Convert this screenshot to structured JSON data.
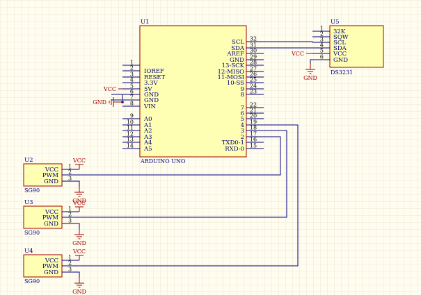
{
  "colors": {
    "background": "#fffdf0",
    "grid": "#ece8d2",
    "component_fill": "#ffffb4",
    "component_border": "#a00000",
    "wire": "#000080",
    "power": "#a00000"
  },
  "u1": {
    "ref": "U1",
    "value": "ARDUINO UNO",
    "left_pins": [
      {
        "num": "1",
        "name": ""
      },
      {
        "num": "2",
        "name": "IOREF"
      },
      {
        "num": "3",
        "name": "RESET"
      },
      {
        "num": "4",
        "name": "3.3V"
      },
      {
        "num": "5",
        "name": "5V"
      },
      {
        "num": "6",
        "name": "GND"
      },
      {
        "num": "7",
        "name": "GND"
      },
      {
        "num": "8",
        "name": "VIN"
      },
      {
        "num": "9",
        "name": "A0"
      },
      {
        "num": "10",
        "name": "A1"
      },
      {
        "num": "11",
        "name": "A2"
      },
      {
        "num": "12",
        "name": "A3"
      },
      {
        "num": "13",
        "name": "A4"
      },
      {
        "num": "14",
        "name": "A5"
      }
    ],
    "right_pins": [
      {
        "num": "32",
        "name": "SCL"
      },
      {
        "num": "31",
        "name": "SDA"
      },
      {
        "num": "30",
        "name": "AREF"
      },
      {
        "num": "29",
        "name": "GND"
      },
      {
        "num": "28",
        "name": "13-SCK"
      },
      {
        "num": "27",
        "name": "12-MISO"
      },
      {
        "num": "26",
        "name": "11-MOSI"
      },
      {
        "num": "25",
        "name": "10-SS"
      },
      {
        "num": "24",
        "name": "9"
      },
      {
        "num": "23",
        "name": "8"
      },
      {
        "num": "22",
        "name": "7"
      },
      {
        "num": "21",
        "name": "6"
      },
      {
        "num": "20",
        "name": "5"
      },
      {
        "num": "19",
        "name": "4"
      },
      {
        "num": "18",
        "name": "3"
      },
      {
        "num": "17",
        "name": "2"
      },
      {
        "num": "16",
        "name": "TXD0-1"
      },
      {
        "num": "15",
        "name": "RXD-0"
      }
    ],
    "vcc_label": "VCC",
    "gnd_label": "GND"
  },
  "u5": {
    "ref": "U5",
    "value": "DS3231",
    "pins": [
      {
        "num": "1",
        "name": "32K"
      },
      {
        "num": "2",
        "name": "SQW"
      },
      {
        "num": "3",
        "name": "SCL"
      },
      {
        "num": "4",
        "name": "SDA"
      },
      {
        "num": "5",
        "name": "VCC"
      },
      {
        "num": "6",
        "name": "GND"
      }
    ],
    "vcc_label": "VCC",
    "gnd_label": "GND"
  },
  "servos": [
    {
      "ref": "U2",
      "value": "SG90",
      "pins": [
        {
          "num": "1",
          "name": "VCC"
        },
        {
          "num": "2",
          "name": "PWM"
        },
        {
          "num": "3",
          "name": "GND"
        }
      ],
      "vcc_label": "VCC",
      "gnd_label": "GND"
    },
    {
      "ref": "U3",
      "value": "SG90",
      "pins": [
        {
          "num": "1",
          "name": "VCC"
        },
        {
          "num": "2",
          "name": "PWM"
        },
        {
          "num": "3",
          "name": "GND"
        }
      ],
      "vcc_label": "VCC",
      "gnd_label": "GND"
    },
    {
      "ref": "U4",
      "value": "SG90",
      "pins": [
        {
          "num": "1",
          "name": "VCC"
        },
        {
          "num": "2",
          "name": "PWM"
        },
        {
          "num": "3",
          "name": "GND"
        }
      ],
      "vcc_label": "VCC",
      "gnd_label": "GND"
    }
  ]
}
